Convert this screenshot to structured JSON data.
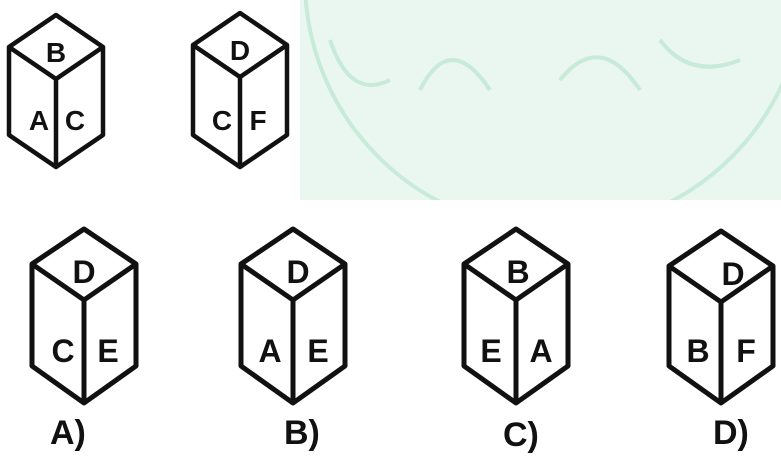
{
  "colors": {
    "watermark": "#bfe8d4",
    "ink": "#111111"
  },
  "question_cubes": [
    {
      "top": "B",
      "left": "A",
      "right": "C"
    },
    {
      "top": "D",
      "left": "C",
      "right": "F"
    }
  ],
  "option_cubes": [
    {
      "label": "A)",
      "top": "D",
      "left": "C",
      "right": "E"
    },
    {
      "label": "B)",
      "top": "D",
      "left": "A",
      "right": "E"
    },
    {
      "label": "C)",
      "top": "B",
      "left": "E",
      "right": "A"
    },
    {
      "label": "D)",
      "top": "D",
      "left": "B",
      "right": "F"
    }
  ]
}
